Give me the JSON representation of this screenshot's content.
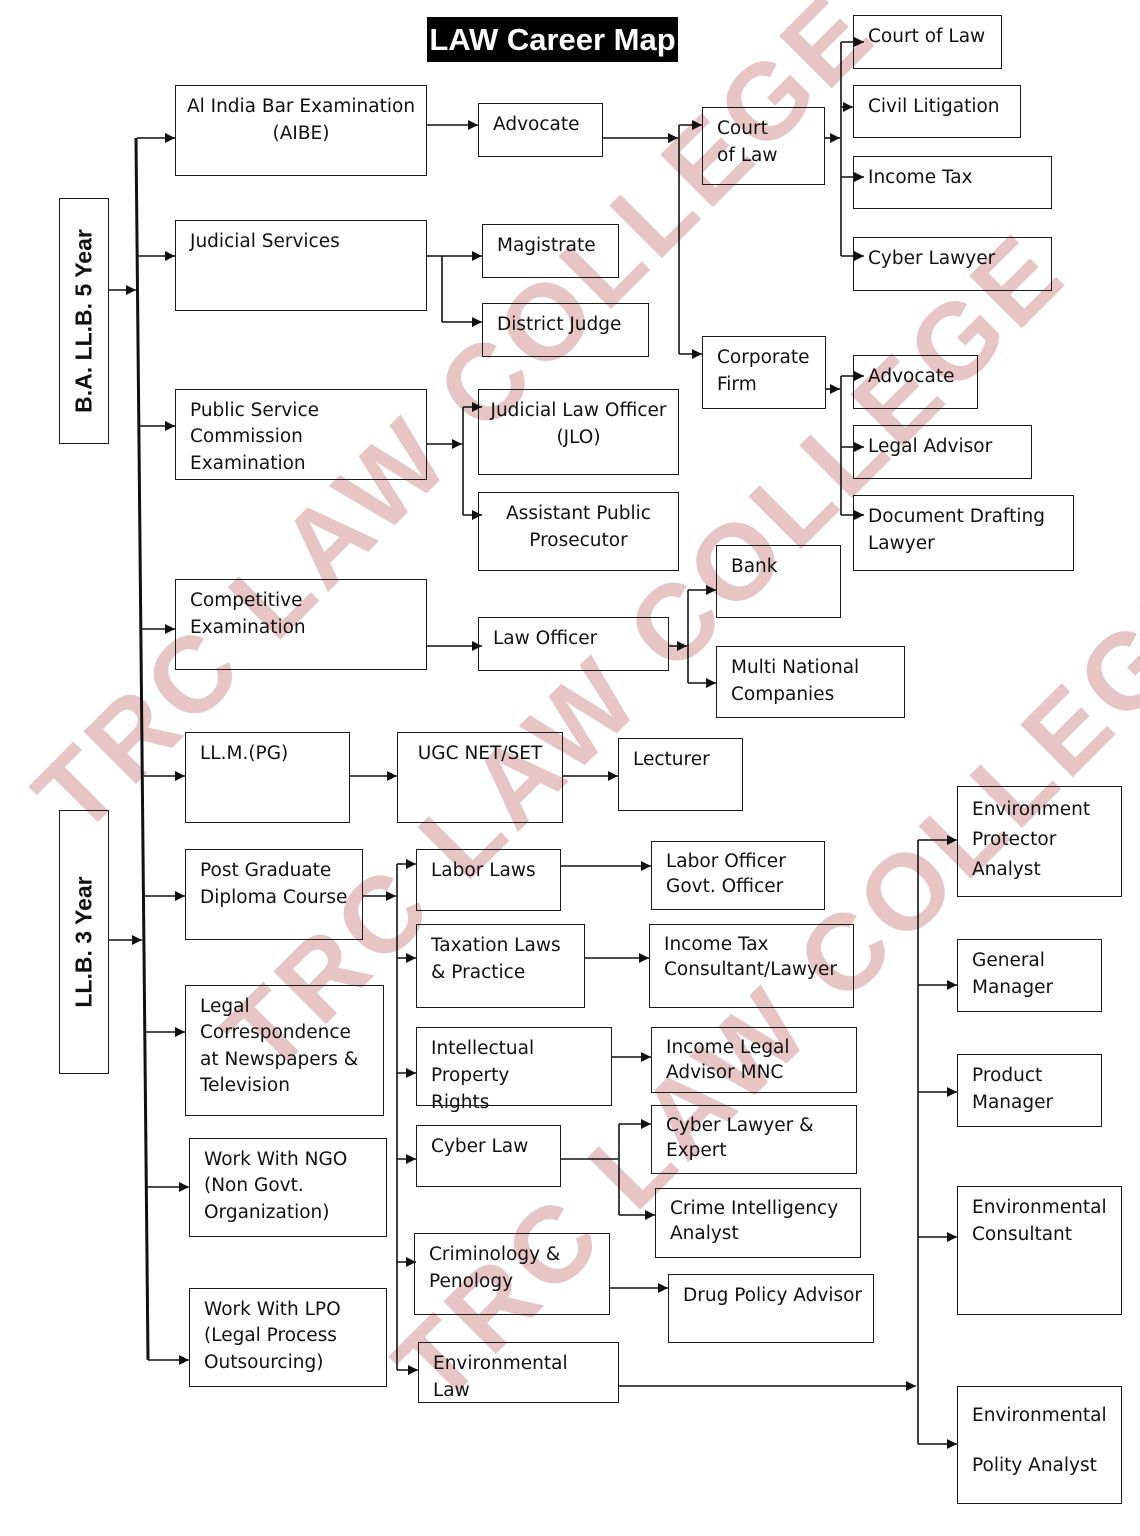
{
  "title": "LAW Career Map",
  "watermark": "TRC LAW COLLEGE",
  "roots": {
    "ba_llb": "B.A. LL.B. 5 Year",
    "llb": "LL.B. 3 Year"
  },
  "nodes": {
    "aibe": "Al India Bar Examination (AIBE)",
    "judicial_services": "Judicial Services",
    "psc": "Public Service Commission Examination",
    "competitive": "Competitive Examination",
    "advocate": "Advocate",
    "magistrate": "Magistrate",
    "district_judge": "District Judge",
    "jlo": "Judicial Law Officer (JLO)",
    "app": "Assistant Public Prosecutor",
    "law_officer": "Law Officer",
    "court_of_law_mid": "Court of Law",
    "corporate_firm": "Corporate Firm",
    "court_of_law_right": "Court of Law",
    "civil_litigation": "Civil Litigation",
    "income_tax": "Income Tax",
    "cyber_lawyer": "Cyber Lawyer",
    "advocate_right": "Advocate",
    "legal_advisor": "Legal Advisor",
    "document_drafting": "Document Drafting Lawyer",
    "bank": "Bank",
    "mnc": "Multi National Companies",
    "llm": "LL.M.(PG)",
    "ugc": "UGC NET/SET",
    "lecturer": "Lecturer",
    "pg_diploma": "Post Graduate Diploma Course",
    "legal_corr": "Legal Correspondence at Newspapers & Television",
    "ngo": "Work With NGO (Non Govt. Organization)",
    "lpo": "Work With LPO (Legal Process Outsourcing)",
    "labor_laws": "Labor Laws",
    "taxation": "Taxation Laws & Practice",
    "ipr": "Intellectual Property Rights",
    "cyber_law": "Cyber Law",
    "criminology": "Criminology & Penology",
    "env_law": "Environmental Law",
    "labor_officer": "Labor Officer Govt. Officer",
    "tax_consultant": "Income Tax Consultant/Lawyer",
    "legal_advisor_mnc": "Income Legal Advisor MNC",
    "cyber_expert": "Cyber Lawyer & Expert",
    "crime_analyst": "Crime Intelligency Analyst",
    "drug_policy": "Drug Policy Advisor",
    "env_protector": "Environment Protector Analyst",
    "general_manager": "General Manager",
    "product_manager": "Product Manager",
    "env_consultant": "Environmental Consultant",
    "env_polity": "Environmental Polity Analyst"
  }
}
